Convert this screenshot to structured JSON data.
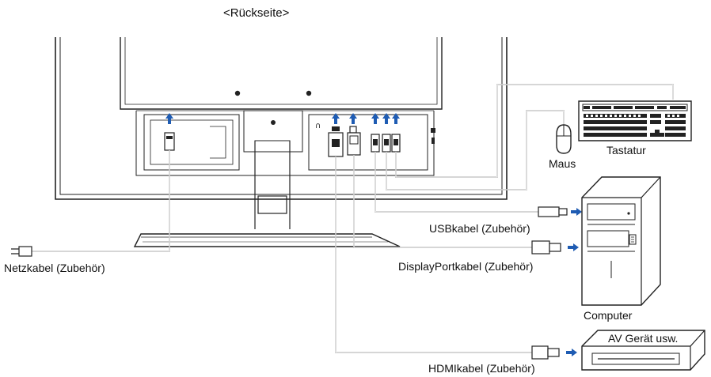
{
  "diagram": {
    "title": "<Rückseite>",
    "labels": {
      "keyboard": "Tastatur",
      "mouse": "Maus",
      "usb_cable": "USBkabel (Zubehör)",
      "displayport_cable": "DisplayPortkabel (Zubehör)",
      "power_cable": "Netzkabel (Zubehör)",
      "computer": "Computer",
      "av_device": "AV Gerät usw.",
      "hdmi_cable": "HDMIkabel (Zubehör)"
    },
    "colors": {
      "arrow": "#1f5cb3",
      "line": "#222222"
    }
  }
}
